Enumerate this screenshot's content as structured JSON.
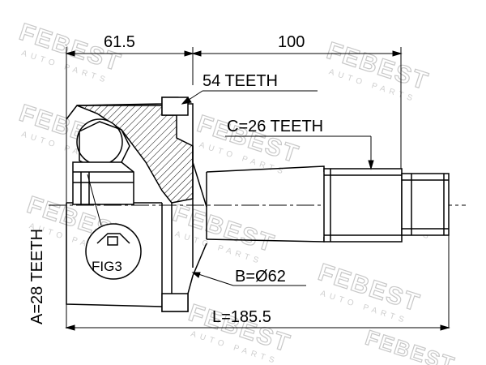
{
  "watermark": {
    "brand": "FEBEST",
    "tagline": "AUTO PARTS"
  },
  "dimensions": {
    "outer_length": "61.5",
    "shaft_length": "100",
    "total_length": "L=185.5",
    "diameter": "B=Ø62"
  },
  "specs": {
    "abs_teeth": "54 TEETH",
    "outer_spline": "C=26 TEETH",
    "inner_spline": "A=28 TEETH"
  },
  "callouts": {
    "fig": "FIG3"
  }
}
